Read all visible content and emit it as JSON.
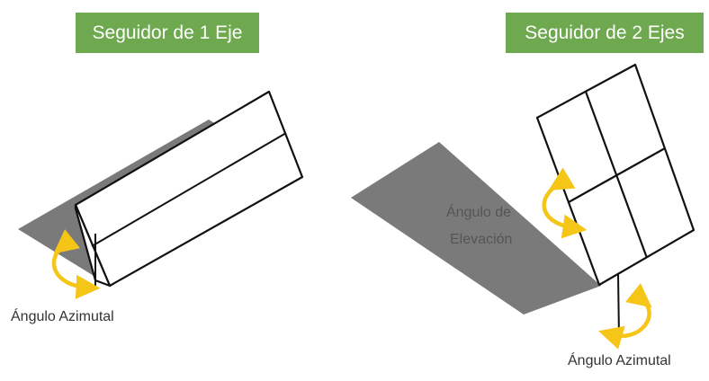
{
  "panel_one": {
    "title": "Seguidor de 1 Eje",
    "label_azimuth": "Ángulo Azimutal"
  },
  "panel_two": {
    "title": "Seguidor de 2 Ejes",
    "label_elevation_line1": "Ángulo de",
    "label_elevation_line2": "Elevación",
    "label_azimuth": "Ángulo Azimutal"
  },
  "colors": {
    "badge_green": "#6ea84f",
    "shadow_gray": "#777777",
    "arrow_yellow": "#f5c518",
    "line_black": "#111111"
  }
}
